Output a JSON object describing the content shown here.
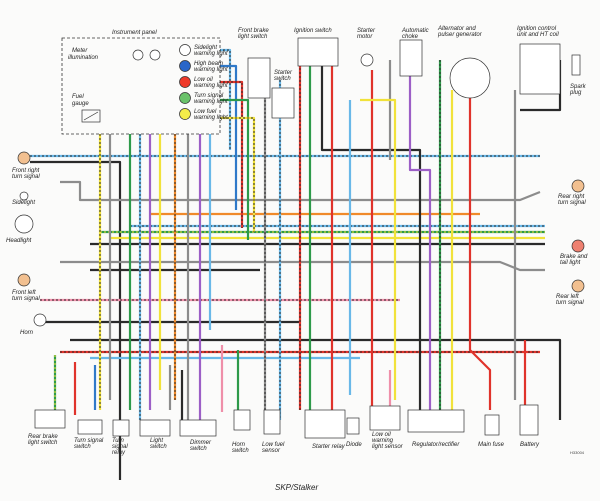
{
  "diagram": {
    "title": "SKP/Stalker",
    "code": "H33004",
    "panel_title": "Instrument panel",
    "meter_label": [
      "Meter",
      "illumination"
    ],
    "fuel_label": [
      "Fuel",
      "gauge"
    ],
    "bulbs": [
      {
        "lines": [
          "Sidelight",
          "warning light"
        ],
        "color": "#ffffff"
      },
      {
        "lines": [
          "High beam",
          "warning light"
        ],
        "color": "#2a66c8"
      },
      {
        "lines": [
          "Low oil",
          "warning light"
        ],
        "color": "#ee3a2a"
      },
      {
        "lines": [
          "Turn signal",
          "warning light"
        ],
        "color": "#6ac26a"
      },
      {
        "lines": [
          "Low fuel",
          "warning light"
        ],
        "color": "#f4ec4a"
      }
    ],
    "top_components": [
      {
        "lines": [
          "Front brake",
          "light switch"
        ]
      },
      {
        "lines": [
          "Ignition switch"
        ]
      },
      {
        "lines": [
          "Starter",
          "switch"
        ]
      },
      {
        "lines": [
          "Starter",
          "motor"
        ]
      },
      {
        "lines": [
          "Automatic",
          "choke"
        ]
      },
      {
        "lines": [
          "Alternator and",
          "pulser generator"
        ]
      },
      {
        "lines": [
          "Ignition control",
          "unit and HT coil"
        ]
      },
      {
        "lines": [
          "Spark",
          "plug"
        ]
      }
    ],
    "left_components": [
      {
        "lines": [
          "Front right",
          "turn signal"
        ]
      },
      {
        "lines": [
          "Sidelight"
        ]
      },
      {
        "lines": [
          "Headlight"
        ]
      },
      {
        "lines": [
          "Front left",
          "turn signal"
        ]
      },
      {
        "lines": [
          "Horn"
        ]
      }
    ],
    "right_components": [
      {
        "lines": [
          "Rear right",
          "turn signal"
        ]
      },
      {
        "lines": [
          "Brake and",
          "tail light"
        ]
      },
      {
        "lines": [
          "Rear left",
          "turn signal"
        ]
      }
    ],
    "bottom_components": [
      {
        "lines": [
          "Rear brake",
          "light switch"
        ]
      },
      {
        "lines": [
          "Turn signal",
          "switch"
        ]
      },
      {
        "lines": [
          "Turn",
          "signal",
          "relay"
        ]
      },
      {
        "lines": [
          "Light",
          "switch"
        ]
      },
      {
        "lines": [
          "Dimmer",
          "switch"
        ]
      },
      {
        "lines": [
          "Horn",
          "switch"
        ]
      },
      {
        "lines": [
          "Low fuel",
          "sensor"
        ]
      },
      {
        "lines": [
          "Starter relay"
        ]
      },
      {
        "lines": [
          "Diode"
        ]
      },
      {
        "lines": [
          "Low oil",
          "warning",
          "light sensor"
        ]
      },
      {
        "lines": [
          "Regulator/rectifier"
        ]
      },
      {
        "lines": [
          "Main fuse"
        ]
      },
      {
        "lines": [
          "Battery"
        ]
      }
    ],
    "wire_colors": {
      "red": "#e0332b",
      "green": "#2e9a4a",
      "blue": "#2f79c9",
      "yellow": "#f1e23a",
      "orange": "#f08a2a",
      "purple": "#9c5fc6",
      "black": "#2a2a2a",
      "grey": "#8c8c8c",
      "lightblue": "#69b8e8",
      "pink": "#ef8fa9",
      "brown": "#8a5a2b"
    }
  }
}
